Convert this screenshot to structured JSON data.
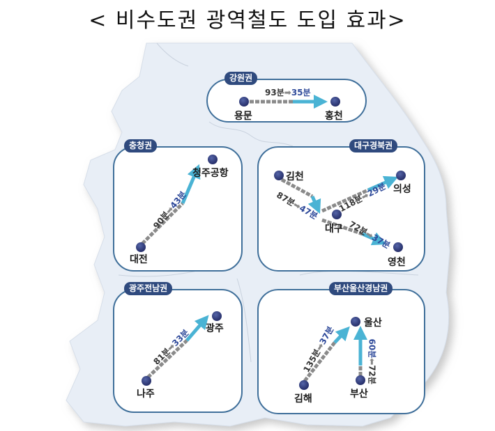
{
  "title": "< 비수도권 광역철도 도입 효과>",
  "colors": {
    "badge_bg": "#2f4a7e",
    "box_border": "#3f6f9a",
    "dot": "#2c3575",
    "new_arrow": "#4ab3d4",
    "old_dash": "#8a8a8a",
    "new_time_text": "#2f4a9a",
    "map_fill": "#e8eef6"
  },
  "regions": [
    {
      "name": "강원권",
      "routes": [
        {
          "from": "용문",
          "to": "홍천",
          "before": "93분",
          "after": "35분"
        }
      ]
    },
    {
      "name": "충청권",
      "routes": [
        {
          "from": "대전",
          "to": "청주공항",
          "before": "90분",
          "after": "43분"
        }
      ]
    },
    {
      "name": "대구경북권",
      "routes": [
        {
          "from": "김천",
          "to": "대구",
          "before": "87분",
          "after": "47분"
        },
        {
          "from": "대구",
          "to": "의성",
          "before": "118분",
          "after": "29분"
        },
        {
          "from": "대구",
          "to": "영천",
          "before": "72분",
          "after": "37분"
        }
      ]
    },
    {
      "name": "광주전남권",
      "routes": [
        {
          "from": "나주",
          "to": "광주",
          "before": "81분",
          "after": "33분"
        }
      ]
    },
    {
      "name": "부산울산경남권",
      "routes": [
        {
          "from": "김해",
          "to": "울산",
          "before": "135분",
          "after": "37분"
        },
        {
          "from": "부산",
          "to": "울산",
          "before": "72분",
          "after": "60분"
        }
      ]
    }
  ],
  "arrow_glyph": "➡"
}
